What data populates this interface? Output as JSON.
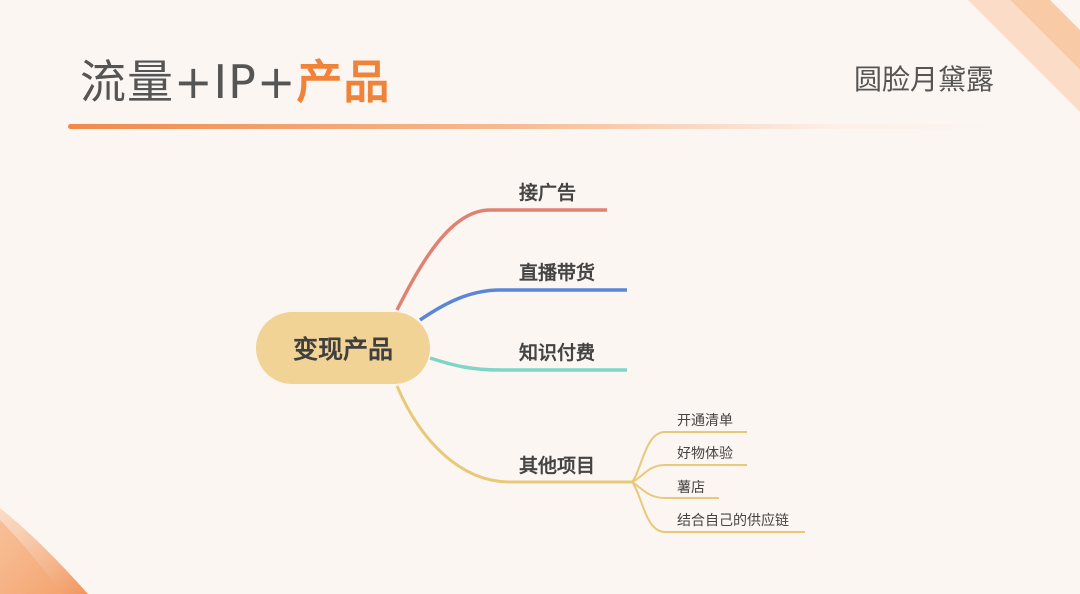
{
  "slide": {
    "title_main": "流量+IP+",
    "title_accent": "产品",
    "author": "圆脸月黛露",
    "accent_color": "#f0833a"
  },
  "mindmap": {
    "root": "变现产品",
    "branches": [
      {
        "label": "接广告",
        "color": "#e08272"
      },
      {
        "label": "直播带货",
        "color": "#5a86d8"
      },
      {
        "label": "知识付费",
        "color": "#7fd5c8"
      },
      {
        "label": "其他项目",
        "color": "#e8c97a",
        "children": [
          "开通清单",
          "好物体验",
          "薯店",
          "结合自己的供应链"
        ]
      }
    ]
  }
}
